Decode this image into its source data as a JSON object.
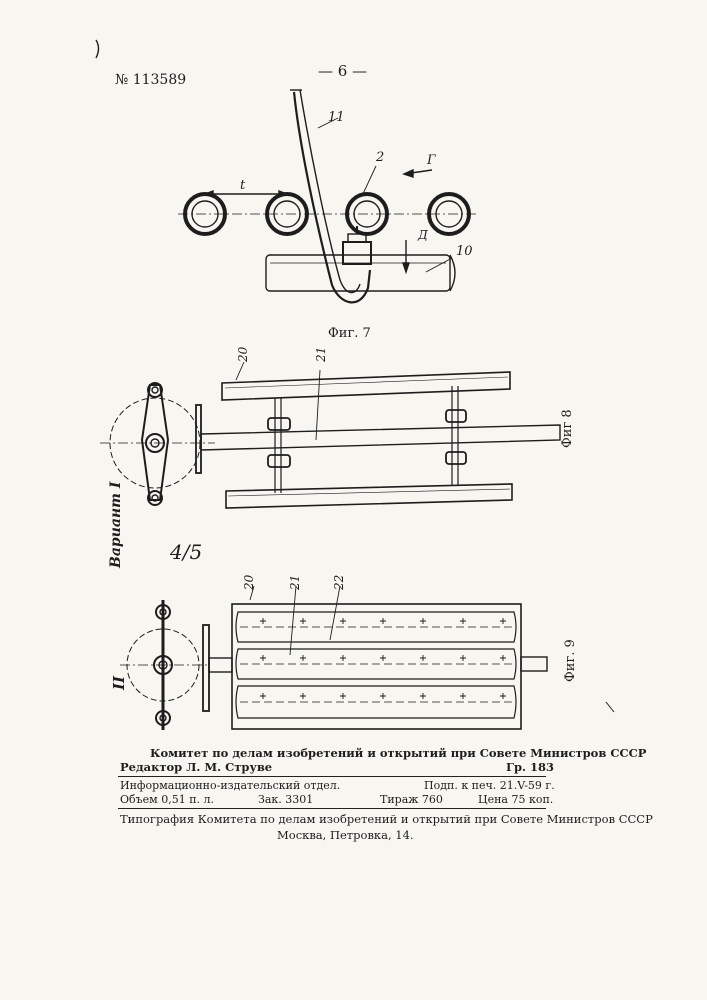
{
  "header": {
    "patent_number": "№ 113589",
    "page_number": "— 6 —"
  },
  "figures": {
    "fig7": {
      "caption": "Фиг. 7",
      "labels": {
        "pitch": "t",
        "tube": "2",
        "arm": "11",
        "shaft": "10",
        "arrow_g": "Г",
        "arrow_d": "Д"
      }
    },
    "fig8": {
      "caption": "Фиг 8",
      "labels": {
        "bar": "20",
        "axle": "21"
      }
    },
    "fig9": {
      "caption": "Фиг. 9",
      "labels": {
        "bar": "20",
        "axle": "21",
        "plate": "22"
      }
    },
    "variant_1": "Вариант I",
    "variant_2": "II",
    "note": "4/5"
  },
  "imprint": {
    "committee": "Комитет по делам изобретений и открытий при Совете Министров СССР",
    "editor": "Редактор Л. М. Струве",
    "group": "Гр. 183",
    "department": "Информационно-издательский отдел.",
    "signed": "Подп. к печ. 21.V-59 г.",
    "volume": "Объем 0,51 п. л.",
    "order": "Зак. 3301",
    "print_run": "Тираж 760",
    "price": "Цена 75 коп.",
    "printing_house": "Типография Комитета по делам изобретений и открытий при Совете Министров СССР",
    "address": "Москва, Петровка, 14."
  }
}
